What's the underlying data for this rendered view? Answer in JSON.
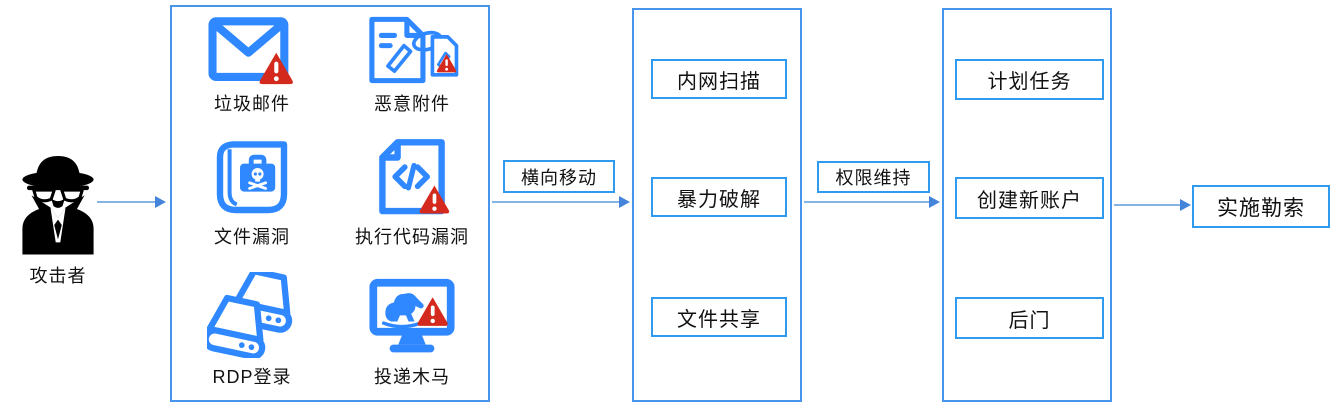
{
  "diagram_title": "ransomware-attack-chain",
  "colors": {
    "icon_blue": "#2F88FF",
    "warning_red": "#D42A1D",
    "stage_border_blue": "#4695EB",
    "item_border_blue": "#2E9BF0",
    "arrow_line_blue": "#85B4E3",
    "arrow_head_blue": "#4484DB",
    "text": "#111111",
    "attacker_black": "#000000"
  },
  "attacker": {
    "label": "攻击者",
    "icon": "spy-icon"
  },
  "stage1": {
    "name": "initial-access-vectors",
    "items": [
      {
        "label": "垃圾邮件",
        "icon": "spam-mail-icon"
      },
      {
        "label": "恶意附件",
        "icon": "malicious-attachment-icon"
      },
      {
        "label": "文件漏洞",
        "icon": "file-vulnerability-icon"
      },
      {
        "label": "执行代码漏洞",
        "icon": "code-execution-vulnerability-icon"
      },
      {
        "label": "RDP登录",
        "icon": "rdp-login-icon"
      },
      {
        "label": "投递木马",
        "icon": "trojan-delivery-icon"
      }
    ]
  },
  "arrows": {
    "lateral_movement_label": "横向移动",
    "privilege_persistence_label": "权限维持"
  },
  "stage2": {
    "name": "lateral-movement-tactics",
    "items": [
      "内网扫描",
      "暴力破解",
      "文件共享"
    ]
  },
  "stage3": {
    "name": "persistence-tactics",
    "items": [
      "计划任务",
      "创建新账户",
      "后门"
    ]
  },
  "final": {
    "label": "实施勒索"
  }
}
